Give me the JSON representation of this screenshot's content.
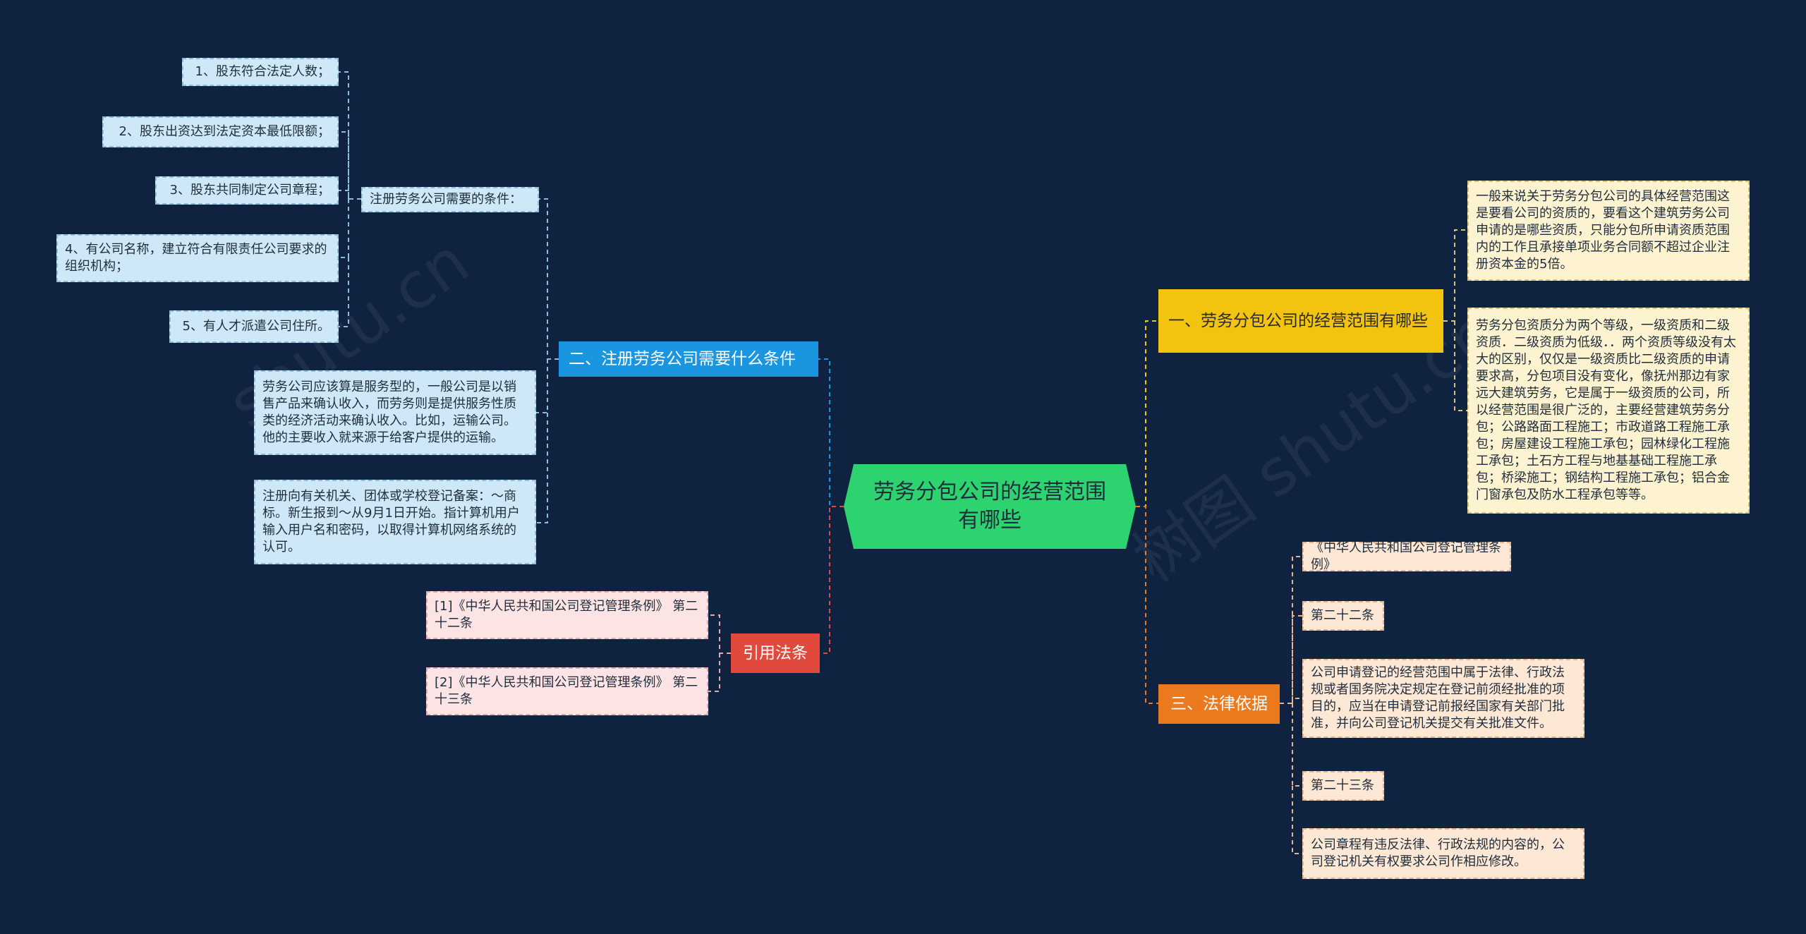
{
  "root": {
    "text": "劳务分包公司的经营范围有哪些"
  },
  "branches": {
    "b1": {
      "label": "二、注册劳务公司需要什么条件",
      "group": {
        "label": "注册劳务公司需要的条件："
      },
      "conditions": [
        "1、股东符合法定人数；",
        "2、股东出资达到法定资本最低限额；",
        "3、股东共同制定公司章程；",
        "4、有公司名称，建立符合有限责任公司要求的组织机构；",
        "5、有人才派遣公司住所。"
      ],
      "notes": [
        "劳务公司应该算是服务型的，一般公司是以销售产品来确认收入，而劳务则是提供服务性质类的经济活动来确认收入。比如，运输公司。他的主要收入就来源于给客户提供的运输。",
        "注册向有关机关、团体或学校登记备案：～商标。新生报到～从9月1日开始。指计算机用户输入用户名和密码，以取得计算机网络系统的认可。"
      ]
    },
    "b2": {
      "label": "引用法条",
      "items": [
        "[1]《中华人民共和国公司登记管理条例》 第二十二条",
        "[2]《中华人民共和国公司登记管理条例》 第二十三条"
      ]
    },
    "b3": {
      "label": "一、劳务分包公司的经营范围有哪些",
      "items": [
        "一般来说关于劳务分包公司的具体经营范围这是要看公司的资质的，要看这个建筑劳务公司申请的是哪些资质，只能分包所申请资质范围内的工作且承接单项业务合同额不超过企业注册资本金的5倍。",
        "劳务分包资质分为两个等级，一级资质和二级资质．二级资质为低级．．两个资质等级没有太大的区别，仅仅是一级资质比二级资质的申请要求高，分包项目没有变化，像抚州那边有家远大建筑劳务，它是属于一级资质的公司，所以经营范围是很广泛的，主要经营建筑劳务分包；公路路面工程施工；市政道路工程施工承包；房屋建设工程施工承包；园林绿化工程施工承包；土石方工程与地基基础工程施工承包；桥梁施工；钢结构工程施工承包；铝合金门窗承包及防水工程承包等等。"
      ]
    },
    "b4": {
      "label": "三、法律依据",
      "items": [
        "《中华人民共和国公司登记管理条例》",
        "第二十二条",
        "公司申请登记的经营范围中属于法律、行政法规或者国务院决定规定在登记前须经批准的项目的，应当在申请登记前报经国家有关部门批准，并向公司登记机关提交有关批准文件。",
        "第二十三条",
        "公司章程有违反法律、行政法规的内容的，公司登记机关有权要求公司作相应修改。"
      ]
    }
  },
  "colors": {
    "background": "#0f2340",
    "root": "#2dd36f",
    "blue": "#1a96e0",
    "yellow": "#f2c30f",
    "red": "#e0493c",
    "orange": "#ea7a1d"
  }
}
